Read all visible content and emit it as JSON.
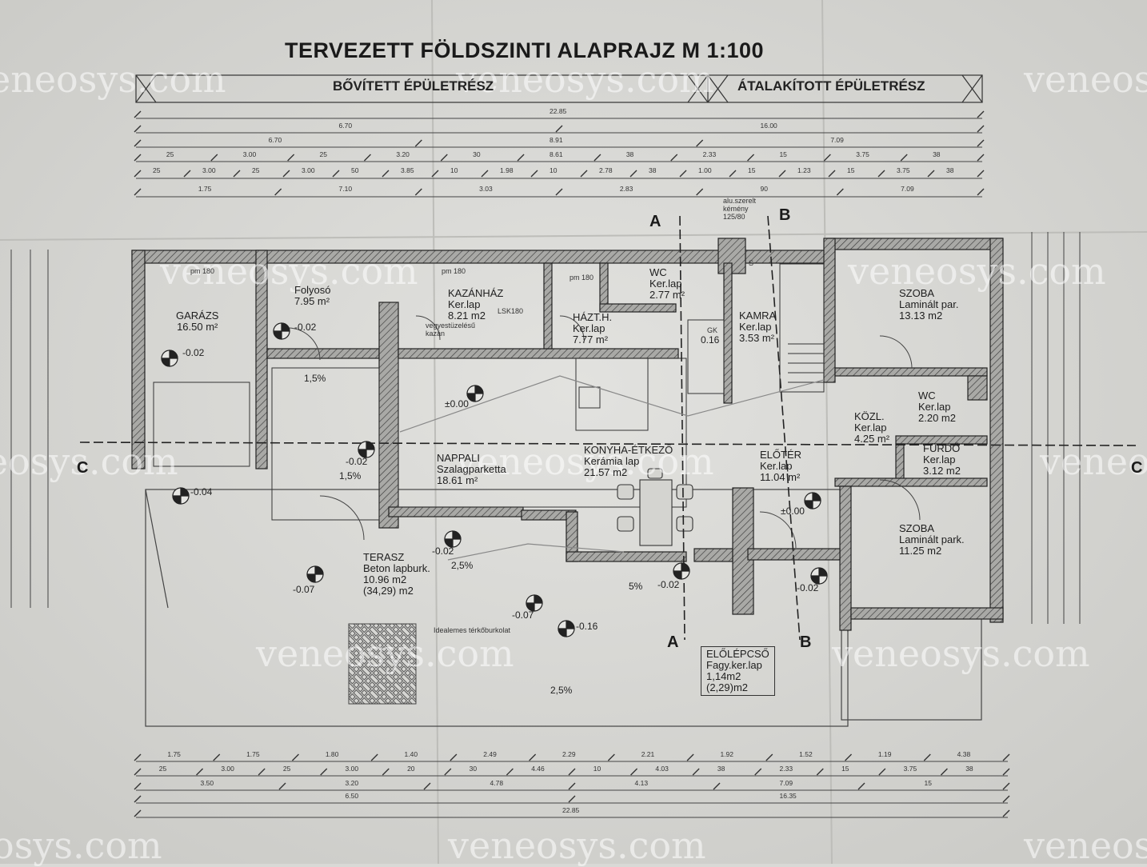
{
  "title": "TERVEZETT FÖLDSZINTI ALAPRAJZ  M 1:100",
  "sections": {
    "left": "BŐVÍTETT ÉPÜLETRÉSZ",
    "right": "ÁTALAKÍTOTT ÉPÜLETRÉSZ"
  },
  "rooms": [
    {
      "id": "garazs",
      "name": "GARÁZS",
      "area": "16.50 m²"
    },
    {
      "id": "folyoso",
      "name": "Folyosó",
      "area": "7.95 m²"
    },
    {
      "id": "kazanhaz",
      "name": "KAZÁNHÁZ",
      "floor": "Ker.lap",
      "area": "8.21 m2"
    },
    {
      "id": "wc1",
      "name": "WC",
      "floor": "Ker.lap",
      "area": "2.77 m²"
    },
    {
      "id": "haztH",
      "name": "HÁZT.H.",
      "floor": "Ker.lap",
      "area": "7.77 m²"
    },
    {
      "id": "kamra",
      "name": "KAMRA",
      "floor": "Ker.lap",
      "area": "3.53 m²"
    },
    {
      "id": "szoba1",
      "name": "SZOBA",
      "floor": "Laminált par.",
      "area": "13.13 m2"
    },
    {
      "id": "wc2",
      "name": "WC",
      "floor": "Ker.lap",
      "area": "2.20 m2"
    },
    {
      "id": "kozl",
      "name": "KÖZL.",
      "floor": "Ker.lap",
      "area": "4.25 m²"
    },
    {
      "id": "furdo",
      "name": "FÜRDŐ",
      "floor": "Ker.lap",
      "area": "3.12 m2"
    },
    {
      "id": "nappali",
      "name": "NAPPALI",
      "floor": "Szalagparketta",
      "area": "18.61 m²"
    },
    {
      "id": "konyha",
      "name": "KONYHA-ÉTKEZŐ",
      "floor": "Kerámia lap",
      "area": "21.57 m2"
    },
    {
      "id": "eloter",
      "name": "ELŐTÉR",
      "floor": "Ker.lap",
      "area": "11.04 m²"
    },
    {
      "id": "szoba2",
      "name": "SZOBA",
      "floor": "Laminált park.",
      "area": "11.25 m2"
    },
    {
      "id": "terasz",
      "name": "TERASZ",
      "floor": "Beton lapburk.",
      "area": "10.96 m2",
      "area2": "(34,29) m2"
    },
    {
      "id": "elolepcso",
      "name": "ELŐLÉPCSŐ",
      "floor": "Fagy.ker.lap",
      "area": "1,14m2",
      "area2": "(2,29)m2"
    }
  ],
  "levels": [
    "-0.02",
    "-0.02",
    "±0.00",
    "-0.02",
    "-0.04",
    "-0.02",
    "-0.07",
    "-0.07",
    "-0.16",
    "-0.02",
    "±0.00",
    "-0.02",
    "0.16"
  ],
  "slopes": [
    "1,5%",
    "1,5%",
    "2,5%",
    "5%",
    "2,5%"
  ],
  "notes": {
    "chimney": "alu.szerelt\nkémény\n125/80",
    "boiler": "vegyestüzelésű\nkazán",
    "paving": "Idealemes térkőburkolat",
    "lsk": "LSK180",
    "pm1": "pm 180",
    "pm2": "pm 180",
    "pm3": "pm 180",
    "gk": "GK",
    "s": "S"
  },
  "section_marks": {
    "a_top": "A",
    "b_top": "B",
    "a_bottom": "A",
    "b_bottom": "B",
    "c_left": "C",
    "c_right": "C"
  },
  "dims_top": {
    "r1": [
      "22.85"
    ],
    "r2": [
      "6.70",
      "16.00"
    ],
    "r3": [
      "6.70",
      "8.91",
      "7.09"
    ],
    "r4": [
      "25",
      "3.00",
      "25",
      "3.20",
      "30",
      "8.61",
      "38",
      "2.33",
      "15",
      "3.75",
      "38"
    ],
    "r5": [
      "25",
      "3.00",
      "25",
      "3.00",
      "50",
      "3.85",
      "10",
      "1.98",
      "10",
      "2.78",
      "38",
      "1.00",
      "15",
      "1.23",
      "15",
      "3.75",
      "38"
    ],
    "r6": [
      "1.75",
      "7.10",
      "3.03",
      "2.83",
      "90",
      "7.09"
    ]
  },
  "dims_bottom": {
    "r1": [
      "1.75",
      "1.75",
      "1.80",
      "1.40",
      "2.49",
      "2.29",
      "2.21",
      "1.92",
      "1.52",
      "1.19",
      "4.38"
    ],
    "r2": [
      "25",
      "3.00",
      "25",
      "3.00",
      "20",
      "30",
      "4.46",
      "10",
      "4.03",
      "38",
      "2.33",
      "15",
      "3.75",
      "38"
    ],
    "r3": [
      "3.50",
      "3.20",
      "4.78",
      "4.13",
      "7.09",
      "15"
    ],
    "r4": [
      "6.50",
      "16.35"
    ],
    "r5": [
      "22.85"
    ]
  },
  "watermark": "veneosys.com"
}
